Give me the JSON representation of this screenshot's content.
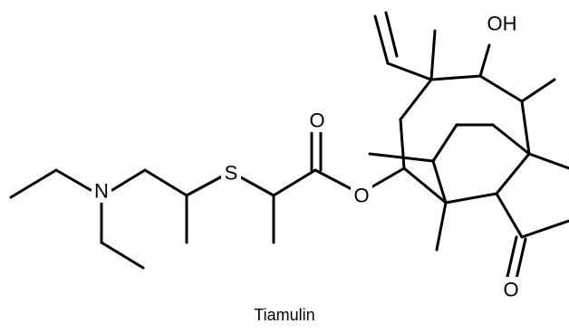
{
  "caption": "Tiamulin",
  "atoms": {
    "n": "N",
    "s": "S",
    "o_carbonyl": "O",
    "o_ester": "O",
    "oh": "OH",
    "o_ketone": "O"
  }
}
